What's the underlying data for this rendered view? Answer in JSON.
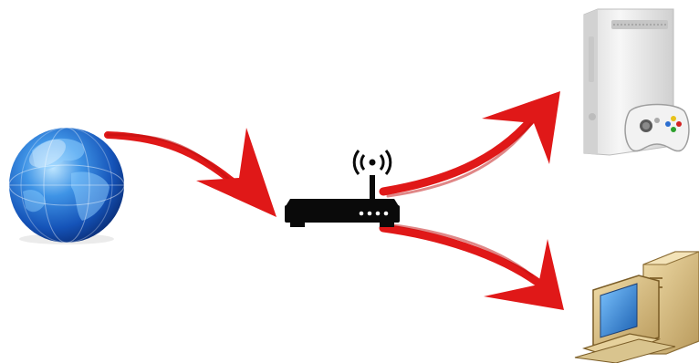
{
  "diagram": {
    "nodes": [
      {
        "id": "internet",
        "icon": "globe-icon"
      },
      {
        "id": "router",
        "icon": "wifi-router-icon"
      },
      {
        "id": "game-console",
        "icon": "game-console-icon"
      },
      {
        "id": "computer",
        "icon": "desktop-computer-icon"
      }
    ],
    "connections": [
      {
        "from": "internet",
        "to": "router"
      },
      {
        "from": "router",
        "to": "game-console"
      },
      {
        "from": "router",
        "to": "computer"
      }
    ]
  },
  "colors": {
    "arrow": "#e01818",
    "globe_dark": "#0c3f9c",
    "globe_light": "#7fc8ff",
    "router": "#0a0a0a",
    "console": "#eeeeee",
    "pc_beige": "#d7bf86",
    "pc_screen": "#2b7fd0"
  }
}
